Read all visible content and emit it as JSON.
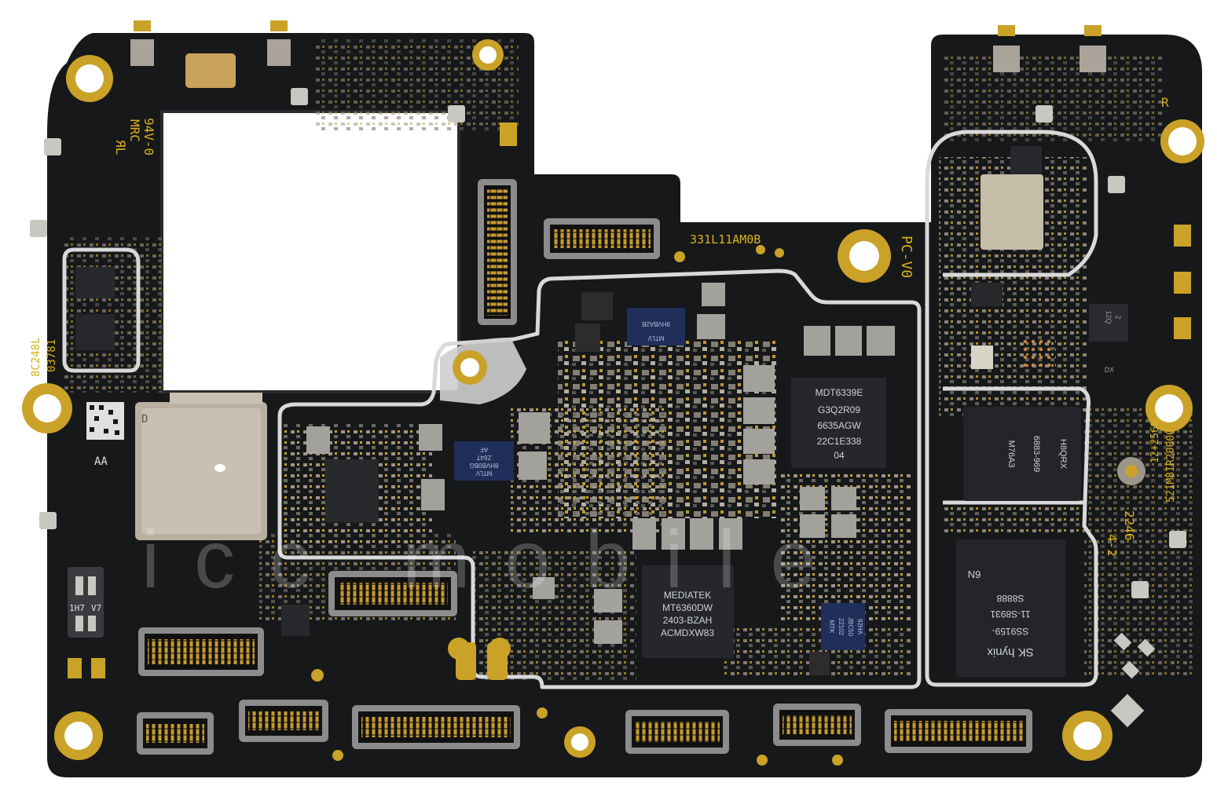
{
  "board": {
    "pcb_color": "#17181a",
    "pad_color": "#c9a227",
    "silkscreen_color": "#d8b11a",
    "shield_color": "#e6e6e6"
  },
  "silkscreen": {
    "rating_94v0": "94V-0",
    "mrc": "MRC",
    "ul": "ЯL",
    "code_8c248l": "8C248L",
    "code_03781": "03781",
    "aa": "AA",
    "d": "D",
    "part_number": "331L11AM0B",
    "pc_version": "PC-V0",
    "r": "R",
    "code_2246": "2246",
    "code_4_2": "4-2",
    "code_12_2560": "12+2560",
    "code_521m": "521M8IR20000",
    "code_1h7": "1H7",
    "code_v7": "V7"
  },
  "chips": {
    "pmic": [
      "MEDIATEK",
      "MT6360DW",
      "2403-BZAH",
      "ACMDXW83"
    ],
    "rf": [
      "MDT6339E",
      "G3Q2R09",
      "6635AGW",
      "22C1E338",
      "04"
    ],
    "nand": [
      "N9",
      "S8888",
      "11-S8931",
      "SS9159-",
      "SK hynix"
    ],
    "dram": [
      "H8QRX",
      "6883-969",
      "M76A3"
    ],
    "mtk_small": [
      "MTK",
      "22102",
      "JBC50",
      "92HA"
    ],
    "mdl_small": [
      "MTLV",
      "9HVBA2B"
    ],
    "mdl_small2": [
      "MTLV",
      "8HVB0BG",
      "Z64T",
      "AF"
    ],
    "crystal": [
      "12Q",
      "2",
      "DX"
    ]
  },
  "watermark": {
    "text": "icc mobile"
  }
}
